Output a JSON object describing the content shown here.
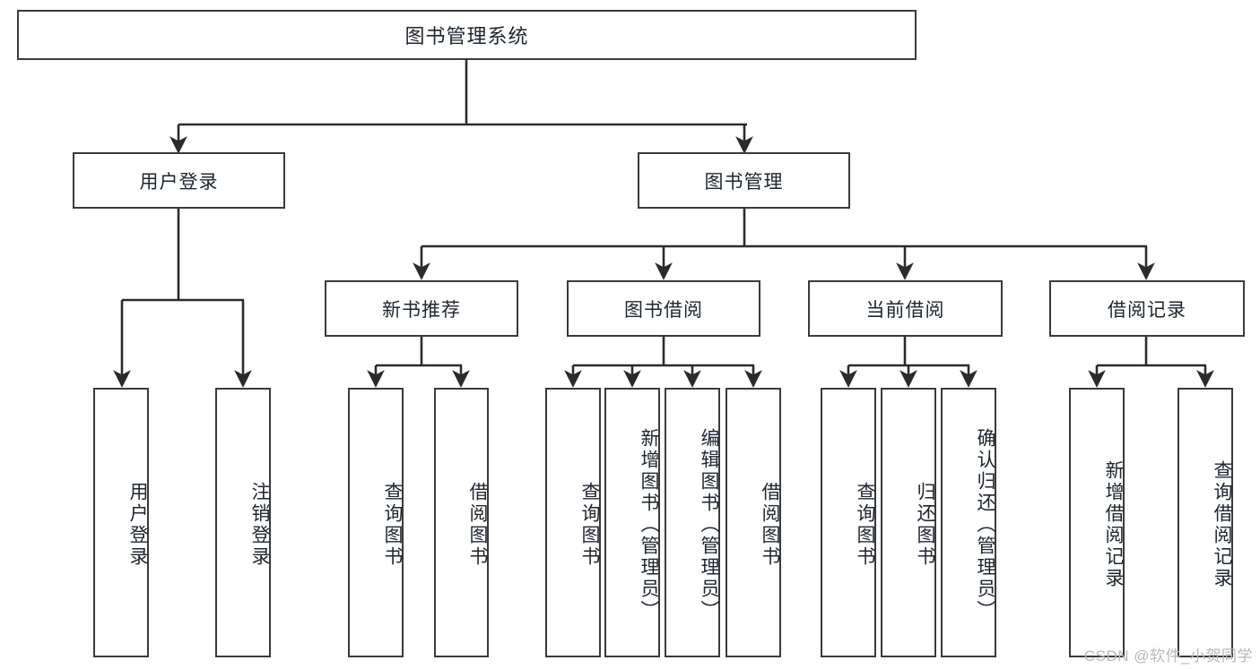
{
  "diagram": {
    "title": "图书管理系统",
    "type": "tree-hierarchy",
    "colors": {
      "box_border": "#3a3a3a",
      "box_fill": "#ffffff",
      "edge": "#2b2b2b",
      "text": "#1f2430",
      "watermark": "#b8b8b8"
    },
    "watermark": "CSDN @软件_小贺同学"
  },
  "nodes": {
    "root": {
      "label": "图书管理系统"
    },
    "level2": [
      {
        "label": "用户登录"
      },
      {
        "label": "图书管理"
      }
    ],
    "level3": [
      {
        "label": "新书推荐"
      },
      {
        "label": "图书借阅"
      },
      {
        "label": "当前借阅"
      },
      {
        "label": "借阅记录"
      }
    ],
    "leaves": {
      "user_login": [
        {
          "label": "用户登录"
        },
        {
          "label": "注销登录"
        }
      ],
      "new_book_recommend": [
        {
          "label": "查询图书"
        },
        {
          "label": "借阅图书"
        }
      ],
      "book_borrow": [
        {
          "label": "查询图书"
        },
        {
          "label": "新增图书（管理员）"
        },
        {
          "label": "编辑图书（管理员）"
        },
        {
          "label": "借阅图书"
        }
      ],
      "current_borrow": [
        {
          "label": "查询图书"
        },
        {
          "label": "归还图书"
        },
        {
          "label": "确认归还（管理员）"
        }
      ],
      "borrow_record": [
        {
          "label": "新增借阅记录"
        },
        {
          "label": "查询借阅记录"
        }
      ]
    }
  }
}
